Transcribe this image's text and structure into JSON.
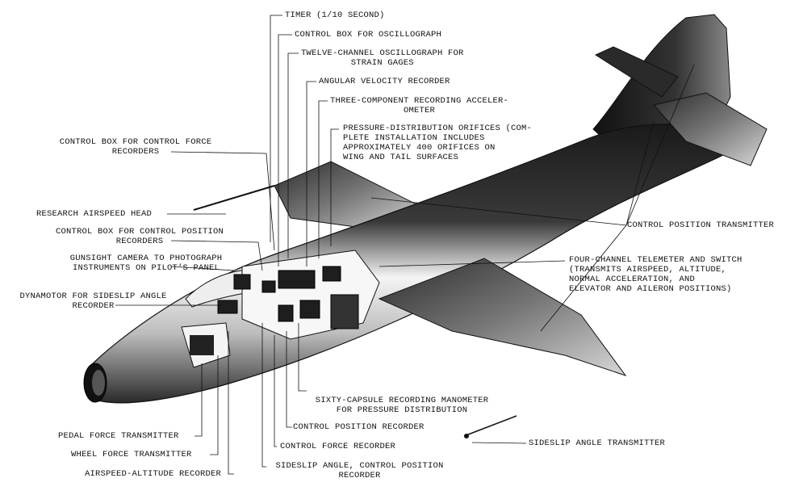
{
  "labels": {
    "timer": [
      "TIMER (1/10 SECOND)"
    ],
    "control_box_osc": [
      "CONTROL BOX FOR OSCILLOGRAPH"
    ],
    "twelve_channel": [
      "TWELVE-CHANNEL OSCILLOGRAPH FOR",
      "STRAIN GAGES"
    ],
    "angular_velocity": [
      "ANGULAR VELOCITY RECORDER"
    ],
    "three_component": [
      "THREE-COMPONENT RECORDING ACCELER-",
      "OMETER"
    ],
    "pressure_orifices": [
      "PRESSURE-DISTRIBUTION ORIFICES (COM-",
      "PLETE INSTALLATION INCLUDES",
      "APPROXIMATELY 400 ORIFICES ON",
      "WING AND TAIL SURFACES"
    ],
    "control_box_force": [
      "CONTROL BOX FOR CONTROL FORCE",
      "RECORDERS"
    ],
    "research_airspeed": [
      "RESEARCH AIRSPEED HEAD"
    ],
    "control_box_position": [
      "CONTROL BOX FOR CONTROL POSITION",
      "RECORDERS"
    ],
    "gunsight_camera": [
      "GUNSIGHT CAMERA TO PHOTOGRAPH",
      "INSTRUMENTS ON PILOT'S PANEL"
    ],
    "dynamotor": [
      "DYNAMOTOR FOR SIDESLIP ANGLE",
      "RECORDER"
    ],
    "control_position_transmitter": [
      "CONTROL POSITION TRANSMITTER"
    ],
    "four_channel": [
      "FOUR-CHANNEL TELEMETER AND SWITCH",
      "(TRANSMITS AIRSPEED, ALTITUDE,",
      "NORMAL ACCELERATION, AND",
      "ELEVATOR AND AILERON POSITIONS)"
    ],
    "sixty_capsule": [
      "SIXTY-CAPSULE RECORDING MANOMETER",
      "FOR PRESSURE DISTRIBUTION"
    ],
    "control_position_recorder": [
      "CONTROL POSITION RECORDER"
    ],
    "control_force_recorder": [
      "CONTROL FORCE RECORDER"
    ],
    "sideslip_transmitter": [
      "SIDESLIP ANGLE TRANSMITTER"
    ],
    "pedal_force": [
      "PEDAL FORCE TRANSMITTER"
    ],
    "wheel_force": [
      "WHEEL FORCE TRANSMITTER"
    ],
    "airspeed_altitude": [
      "AIRSPEED-ALTITUDE RECORDER"
    ],
    "sideslip_control_position": [
      "SIDESLIP ANGLE, CONTROL POSITION",
      "RECORDER"
    ]
  }
}
